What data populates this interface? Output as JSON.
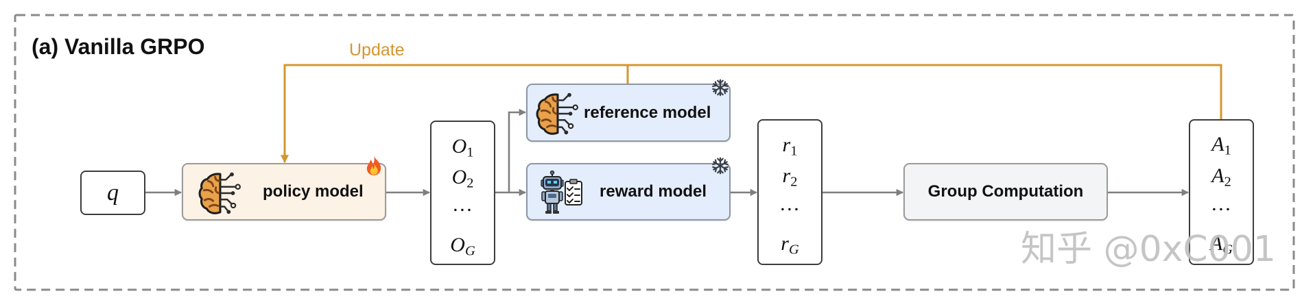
{
  "title": "(a) Vanilla GRPO",
  "update_label": "Update",
  "query": {
    "symbol": "q"
  },
  "policy_model": {
    "label": "policy model",
    "icon": "brain-circuit-icon",
    "status_icon": "fire-icon"
  },
  "outputs": {
    "items": [
      {
        "base": "O",
        "sub": "1"
      },
      {
        "base": "O",
        "sub": "2"
      },
      {
        "base": "…"
      },
      {
        "base": "O",
        "sub": "G"
      }
    ]
  },
  "reference_model": {
    "label": "reference model",
    "icon": "brain-circuit-icon",
    "status_icon": "snowflake-icon"
  },
  "reward_model": {
    "label": "reward model",
    "icon": "robot-checklist-icon",
    "status_icon": "snowflake-icon"
  },
  "rewards": {
    "items": [
      {
        "base": "r",
        "sub": "1"
      },
      {
        "base": "r",
        "sub": "2"
      },
      {
        "base": "…"
      },
      {
        "base": "r",
        "sub": "G"
      }
    ]
  },
  "group_computation": {
    "label": "Group Computation"
  },
  "advantages": {
    "items": [
      {
        "base": "A",
        "sub": "1"
      },
      {
        "base": "A",
        "sub": "2"
      },
      {
        "base": "…"
      },
      {
        "base": "A",
        "sub": "G"
      }
    ]
  },
  "watermark": {
    "text": "知乎 @0xC001"
  },
  "colors": {
    "update_line": "#D4962F",
    "arrow": "#7F7F7F",
    "frame": "#8A8A8A",
    "policy_fill": "#FDF2E6",
    "model_fill": "#E4EDFB",
    "group_fill": "#F3F4F6"
  }
}
